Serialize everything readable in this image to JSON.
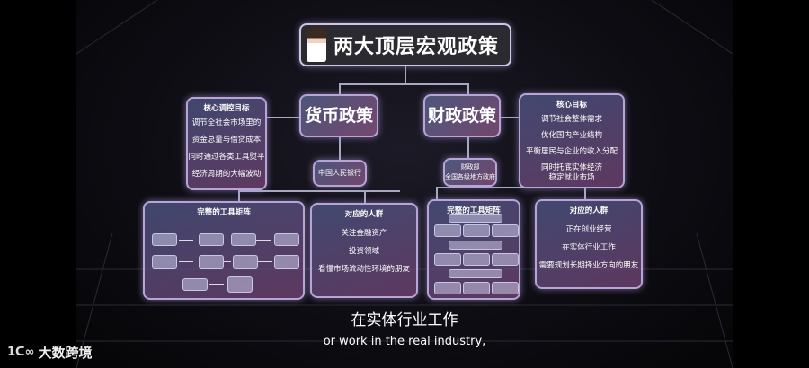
{
  "title": "两大顶层宏观政策",
  "monetary": {
    "header": "货币政策",
    "agency": "中国人民银行",
    "goals": {
      "title": "核心调控目标",
      "items": [
        "调节全社会市场里的",
        "资金总量与借贷成本",
        "同时通过各类工具熨平",
        "经济周期的大幅波动"
      ]
    },
    "tools_title": "完整的工具矩阵",
    "people": {
      "title": "对应的人群",
      "items": [
        "关注金融资产",
        "投资领域",
        "看懂市场流动性环境的朋友"
      ]
    }
  },
  "fiscal": {
    "header": "财政政策",
    "agency": "财政部\n全国各级地方政府",
    "goals": {
      "title": "核心目标",
      "items": [
        "调节社会整体需求",
        "优化国内产业结构",
        "平衡居民与企业的收入分配",
        "同时托底实体经济\n稳定就业市场"
      ]
    },
    "tools_title": "完整的工具矩阵",
    "people": {
      "title": "对应的人群",
      "items": [
        "正在创业经营",
        "在实体行业工作",
        "需要规划长期择业方向的朋友"
      ]
    }
  },
  "subtitle_cn": "在实体行业工作",
  "subtitle_en": "or work in the real industry,",
  "logo": {
    "mark": "1ᑕ∞",
    "text": "大数跨境"
  }
}
